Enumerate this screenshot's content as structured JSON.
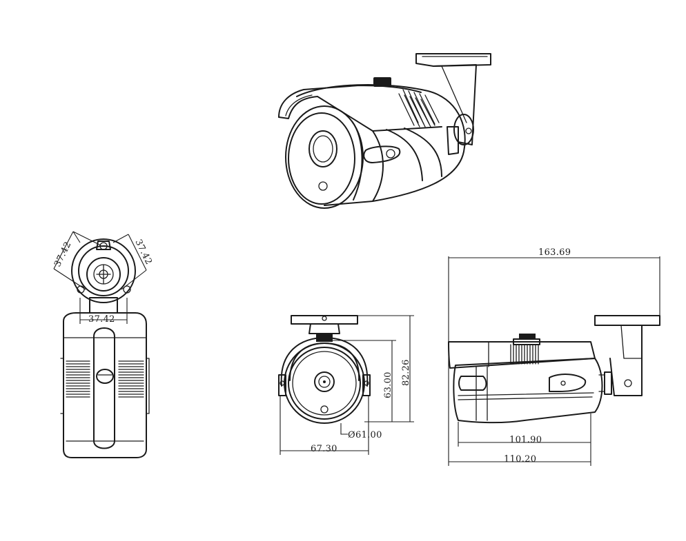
{
  "dimensions": {
    "top_left_angled": "37.42",
    "top_right_angled": "37.42",
    "top_width": "37.42",
    "front_height_body": "63.00",
    "front_height_total": "82.26",
    "front_lens_diameter": "Ø61.00",
    "front_width": "67.30",
    "side_total_length": "163.69",
    "side_body_length": "101.90",
    "side_housing_length": "110.20"
  }
}
